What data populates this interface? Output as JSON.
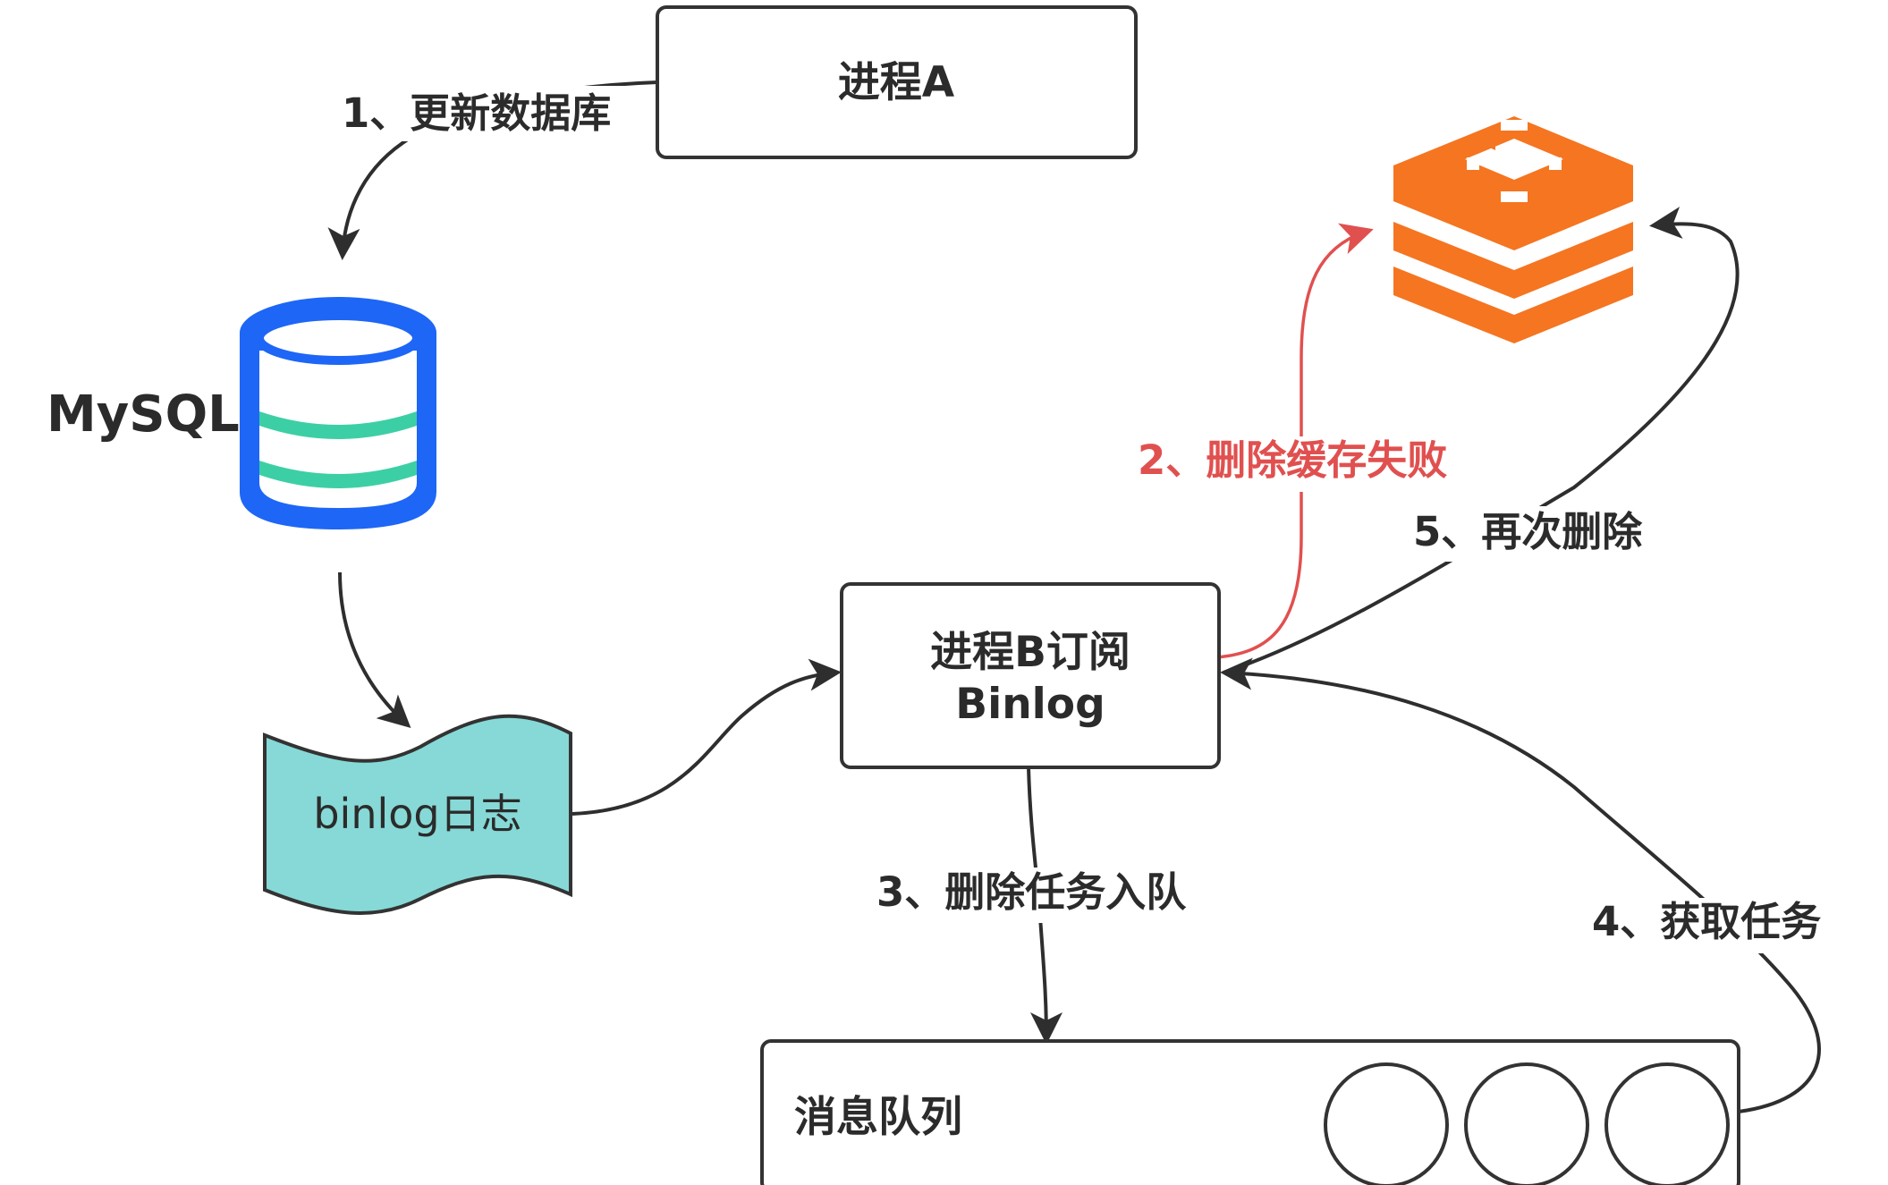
{
  "nodes": {
    "process_a": "进程A",
    "mysql": "MySQL",
    "binlog_log": "binlog日志",
    "process_b_line1": "进程B订阅",
    "process_b_line2": "Binlog",
    "message_queue": "消息队列",
    "cache_icon": "redis-cache-icon"
  },
  "edges": {
    "step1": "1、更新数据库",
    "step2": "2、删除缓存失败",
    "step3": "3、删除任务入队",
    "step4": "4、获取任务",
    "step5": "5、再次删除"
  },
  "colors": {
    "db_blue": "#1e66f5",
    "db_stripe": "#3ccfa6",
    "binlog_fill": "#86d9d7",
    "redis_orange": "#f57521",
    "fail_red": "#e0504f"
  }
}
